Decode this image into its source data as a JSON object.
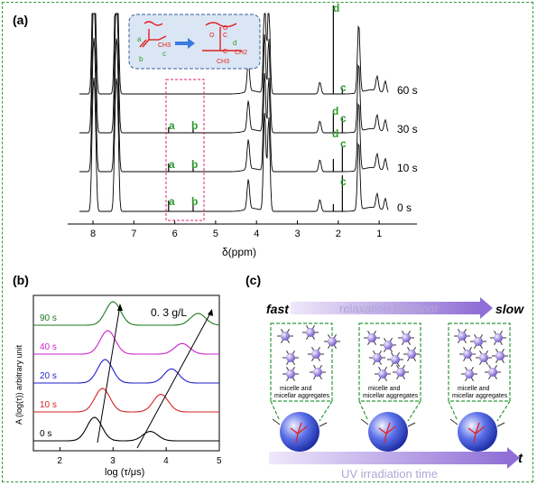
{
  "panel_a": {
    "label": "(a)",
    "xlabel": "δ(ppm)",
    "xticks": [
      "8",
      "7",
      "6",
      "5",
      "4",
      "3",
      "2",
      "1"
    ],
    "traces": [
      "60 s",
      "30 s",
      "10 s",
      "0 s"
    ],
    "peak_letters": {
      "a": "a",
      "b": "b",
      "c": "c",
      "d": "d"
    },
    "inset": {
      "left_labels": [
        "a",
        "b",
        "c"
      ],
      "ch3_left": "CH3",
      "right_labels": [
        "O",
        "C",
        "O",
        "C",
        "d",
        "CH2",
        "CH3"
      ]
    }
  },
  "panel_b": {
    "label": "(b)",
    "ylabel": "A (log(τ)) arbitrary unit",
    "xlabel": "log (τ/μs)",
    "xticks": [
      "2",
      "3",
      "4",
      "5"
    ],
    "concentration": "0. 3 g/L",
    "colors": {
      "0 s": "#000000",
      "10 s": "#d62020",
      "20 s": "#1f1fcc",
      "40 s": "#cc22cc",
      "90 s": "#1e7a1e"
    },
    "chart_data": {
      "type": "line",
      "xlabel": "log (τ/μs)",
      "ylabel": "A (log(τ)) arbitrary unit",
      "xlim": [
        1.5,
        5
      ],
      "series": [
        {
          "name": "0 s",
          "peaks": [
            [
              2.65,
              1.0
            ],
            [
              3.7,
              0.4
            ]
          ]
        },
        {
          "name": "10 s",
          "peaks": [
            [
              2.8,
              1.0
            ],
            [
              3.9,
              0.75
            ]
          ]
        },
        {
          "name": "20 s",
          "peaks": [
            [
              2.85,
              1.0
            ],
            [
              4.1,
              0.6
            ]
          ]
        },
        {
          "name": "40 s",
          "peaks": [
            [
              2.9,
              1.0
            ],
            [
              4.3,
              0.45
            ]
          ]
        },
        {
          "name": "90 s",
          "peaks": [
            [
              3.0,
              1.0
            ],
            [
              4.6,
              0.5
            ]
          ]
        }
      ]
    }
  },
  "panel_c": {
    "label": "(c)",
    "fast": "fast",
    "slow": "slow",
    "relaxation": "relaxation behavior",
    "box_caption_1": "micelle and",
    "box_caption_2": "micellar aggregates",
    "time_axis": "UV irradiation time",
    "t": "t"
  }
}
